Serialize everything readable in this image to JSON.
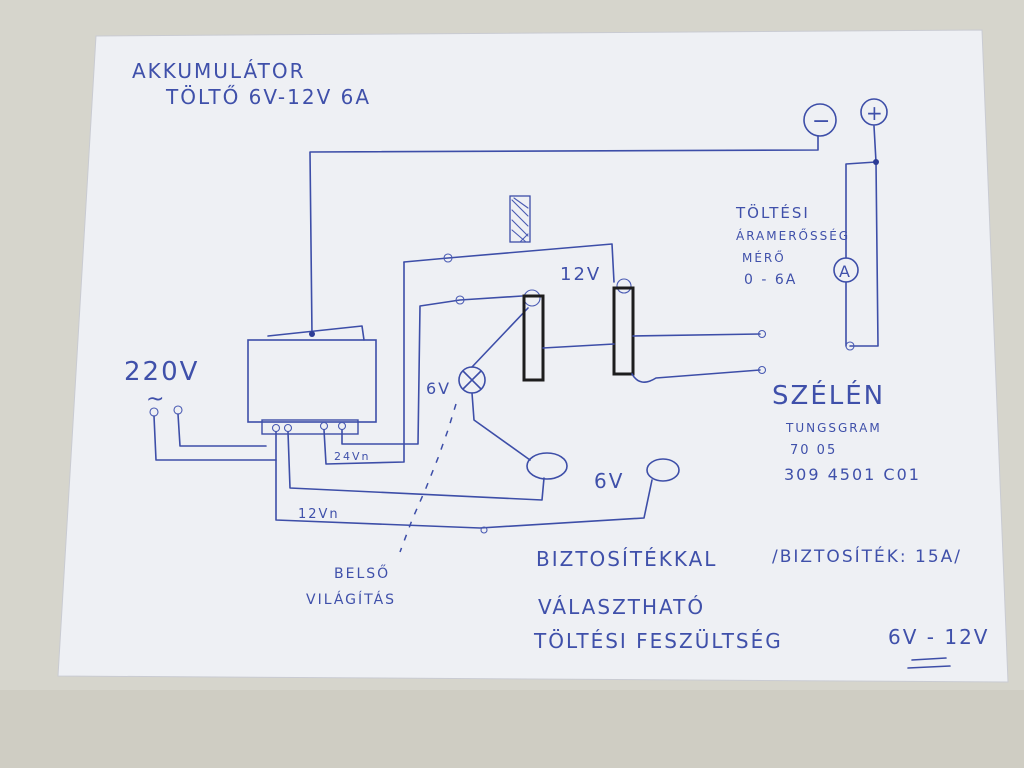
{
  "title": {
    "line1": "AKKUMULÁTOR",
    "line2": "TÖLTŐ   6V-12V   6A"
  },
  "terminals": {
    "negative": "−",
    "positive": "+"
  },
  "meter": {
    "symbol": "A",
    "label_line1": "TÖLTÉSI",
    "label_line2": "ÁRAMERŐSSÉG",
    "label_line3": "MÉRŐ",
    "label_line4": "0 - 6A"
  },
  "labels": {
    "mains": "220V",
    "mains_symbol": "~",
    "v12_top": "12V",
    "v6_lamp": "6V",
    "v6_output": "6V",
    "v24": "24Vn",
    "v12_bottom": "12Vn"
  },
  "edge_note": {
    "line1": "SZÉLÉN",
    "line2": "TUNGSGRAM",
    "line3": "70 05",
    "line4": "309 4501 C01"
  },
  "internal_lighting": {
    "line1": "BELSŐ",
    "line2": "VILÁGÍTÁS"
  },
  "footer": {
    "line1": "BIZTOSÍTÉKKAL",
    "line1_note": "/BIZTOSÍTÉK: 15A/",
    "line2": "VÁLASZTHATÓ",
    "line3": "TÖLTÉSI FESZÜLTSÉG",
    "line3_value": "6V - 12V"
  }
}
